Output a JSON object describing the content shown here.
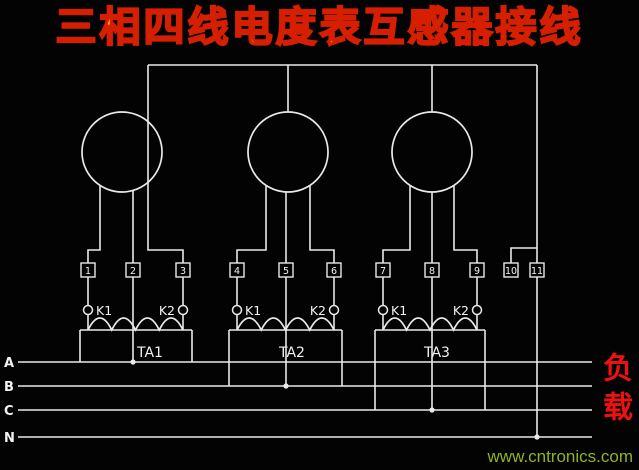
{
  "title": "三相四线电度表互感器接线",
  "meter": {
    "terminals": [
      "1",
      "2",
      "3",
      "4",
      "5",
      "6",
      "7",
      "8",
      "9",
      "10",
      "11"
    ]
  },
  "cts": [
    {
      "label": "TA1",
      "k1": "K1",
      "k2": "K2"
    },
    {
      "label": "TA2",
      "k1": "K1",
      "k2": "K2"
    },
    {
      "label": "TA3",
      "k1": "K1",
      "k2": "K2"
    }
  ],
  "phases": {
    "a": "A",
    "b": "B",
    "c": "C",
    "n": "N"
  },
  "load_label": "负载",
  "watermark": "www.cntronics.com",
  "colors": {
    "background": "#030303",
    "wire": "#e9e9e9",
    "title_fill": "#ffd400",
    "title_outline": "#d61f00",
    "load_text": "#ee1111",
    "watermark_text": "#8fb321"
  }
}
